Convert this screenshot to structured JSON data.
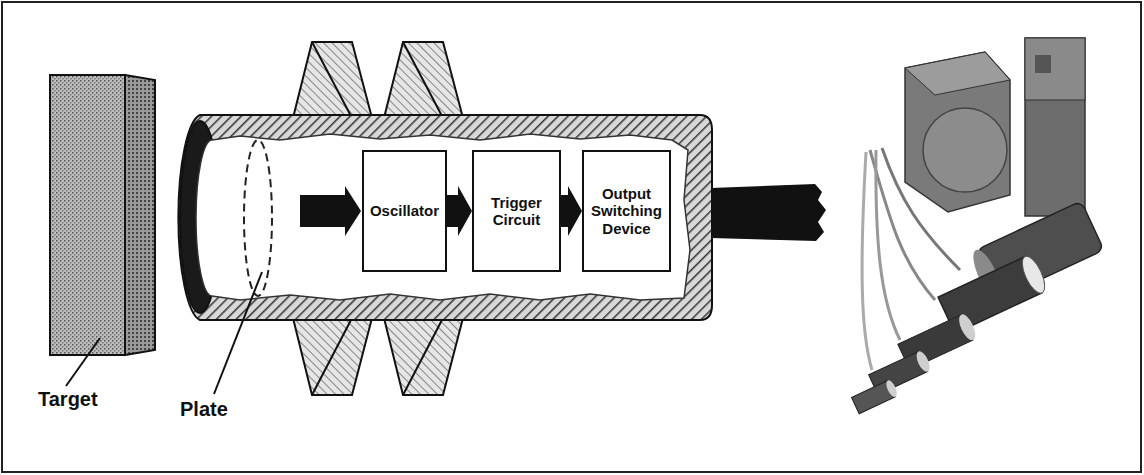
{
  "diagram": {
    "nodes": [
      {
        "text": [
          "Oscillator"
        ]
      },
      {
        "text": [
          "Trigger Circuit"
        ]
      },
      {
        "text": [
          "Output Switching Device"
        ]
      }
    ],
    "edges": [
      {
        "from": 0,
        "to": 1,
        "arrow": "to"
      },
      {
        "from": 1,
        "to": 2,
        "arrow": "to"
      }
    ],
    "labels": [
      "Target",
      "Plate"
    ]
  }
}
